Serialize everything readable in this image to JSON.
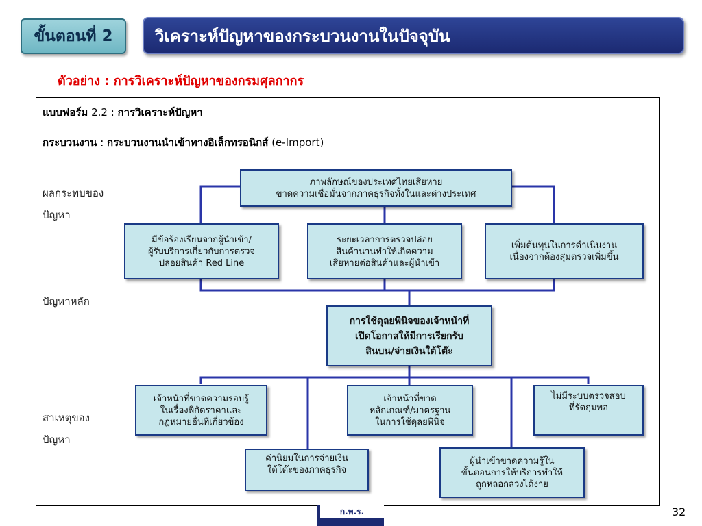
{
  "header": {
    "step_label": "ขั้นตอนที่ 2",
    "title": "วิเคราะห์ปัญหาของกระบวนงานในปัจจุบัน"
  },
  "subtitle": "ตัวอย่าง : การวิเคราะห์ปัญหาของกรมศุลกากร",
  "form": {
    "label": "แบบฟอร์ม",
    "number": "2.2 :",
    "name": "การวิเคราะห์ปัญหา",
    "process_label": "กระบวนงาน",
    "process_sep": ":",
    "process_name": "กระบวนงานนำเข้าทางอิเล็กทรอนิกส์",
    "process_code": "(e-Import)"
  },
  "side_labels": {
    "impact_1": "ผลกระทบของ",
    "impact_2": "ปัญหา",
    "main_problem": "ปัญหาหลัก",
    "cause_1": "สาเหตุของ",
    "cause_2": "ปัญหา"
  },
  "impact_top": {
    "line1": "ภาพลักษณ์ของประเทศไทยเสียหาย",
    "line2": "ขาดความเชื่อมั่นจากภาคธุรกิจทั้งในและต่างประเทศ"
  },
  "impacts": [
    {
      "line1": "มีข้อร้องเรียนจากผู้นำเข้า/",
      "line2": "ผู้รับบริการเกี่ยวกับการตรวจ",
      "line3": "ปล่อยสินค้า Red Line"
    },
    {
      "line1": "ระยะเวลาการตรวจปล่อย",
      "line2": "สินค้านานทำให้เกิดความ",
      "line3": "เสียหายต่อสินค้าและผู้นำเข้า"
    },
    {
      "line1": "เพิ่มต้นทุนในการดำเนินงาน",
      "line2": "เนื่องจากต้องสุ่มตรวจเพิ่มขึ้น"
    }
  ],
  "main_problem": {
    "line1": "การใช้ดุลยพินิจของเจ้าหน้าที่",
    "line2": "เปิดโอกาสให้มีการเรียกรับ",
    "line3": "สินบน/จ่ายเงินใต้โต๊ะ"
  },
  "causes_top": [
    {
      "line1": "เจ้าหน้าที่ขาดความรอบรู้",
      "line2": "ในเรื่องพิกัดราคาและ",
      "line3": "กฎหมายอื่นที่เกี่ยวข้อง"
    },
    {
      "line1": "เจ้าหน้าที่ขาด",
      "line2": "หลักเกณฑ์/มาตรฐาน",
      "line3": "ในการใช้ดุลยพินิจ"
    },
    {
      "line1": "ไม่มีระบบตรวจสอบ",
      "line2": "ที่รัดกุมพอ"
    }
  ],
  "causes_bottom": [
    {
      "line1": "ค่านิยมในการจ่ายเงิน",
      "line2": "ใต้โต๊ะของภาคธุรกิจ"
    },
    {
      "line1": "ผู้นำเข้าขาดความรู้ใน",
      "line2": "ขั้นตอนการให้บริการทำให้",
      "line3": "ถูกหลอกลวงได้ง่าย"
    }
  ],
  "footer": {
    "logo_text": "ก.พ.ร.",
    "page_number": "32"
  },
  "colors": {
    "box_fill": "#c7e7ec",
    "connector": "#2a35a8",
    "title_bar": "#1c2a72",
    "subtitle": "#e00000"
  }
}
